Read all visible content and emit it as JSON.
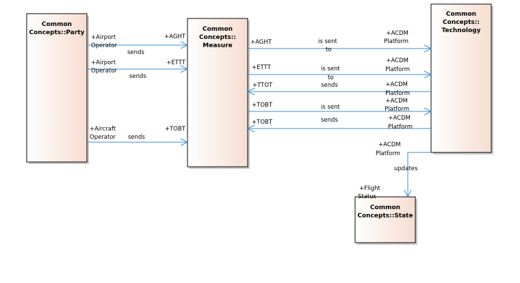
{
  "colors": {
    "box_fill_start": "#ffffff",
    "box_fill_end": "#f6ddd0",
    "connector": "#3b8fd6",
    "border": "#000000"
  },
  "boxes": {
    "party": {
      "line1": "Common",
      "line2": "Concepts::Party"
    },
    "measure": {
      "line1": "Common",
      "line2": "Concepts::",
      "line3": "Measure"
    },
    "technology": {
      "line1": "Common",
      "line2": "Concepts::",
      "line3": "Technology"
    },
    "state": {
      "line1": "Common",
      "line2": "Concepts::State"
    }
  },
  "connectors": {
    "c1": {
      "source_role": [
        "+Airport",
        "Operator"
      ],
      "verb": "sends",
      "target_role": "+AGHT"
    },
    "c2": {
      "source_role": [
        "+Airport",
        "Operator"
      ],
      "verb": "sends",
      "target_role": "+ETTT"
    },
    "c3": {
      "source_role": [
        "+Aircraft",
        "Operator"
      ],
      "verb": "sends",
      "target_role": "+TOBT"
    },
    "c4": {
      "source_role": "+AGHT",
      "verb": [
        "is sent",
        "to"
      ],
      "target_role": [
        "+ACDM",
        "Platform"
      ]
    },
    "c5": {
      "source_role": "+ETTT",
      "verb": [
        "is sent",
        "to"
      ],
      "target_role": [
        "+ACDM",
        "Platform"
      ]
    },
    "c6": {
      "source_role": "+TTOT",
      "verb": "sends",
      "target_role": [
        "+ACDM",
        "Platform"
      ]
    },
    "c7": {
      "source_role": "+TOBT",
      "verb": "is sent",
      "target_role": [
        "+ACDM",
        "Platform"
      ]
    },
    "c8": {
      "source_role": "+TOBT",
      "verb": "sends",
      "target_role": [
        "+ACDM",
        "Platform"
      ]
    },
    "c9": {
      "source_role": [
        "+ACDM",
        "Platform"
      ],
      "verb": "updates",
      "target_role": [
        "+Flight",
        "Status"
      ]
    }
  }
}
